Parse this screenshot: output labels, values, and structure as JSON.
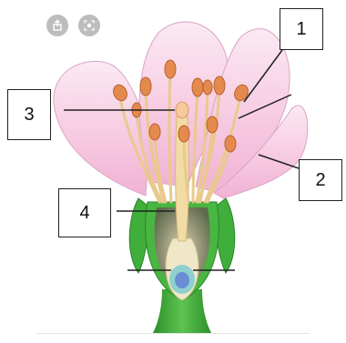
{
  "toolbar": {
    "icons": [
      "share-icon",
      "lens-icon"
    ]
  },
  "labels": {
    "label_1": "1",
    "label_2": "2",
    "label_3": "3",
    "label_4": "4"
  },
  "colors": {
    "petal": "#f2b9d8",
    "anther": "#e58a4e",
    "filament": "#e9c98e",
    "stem": "#3fae3a",
    "ovary": "#7a7a5a",
    "embryo": "#6a8ed6"
  }
}
